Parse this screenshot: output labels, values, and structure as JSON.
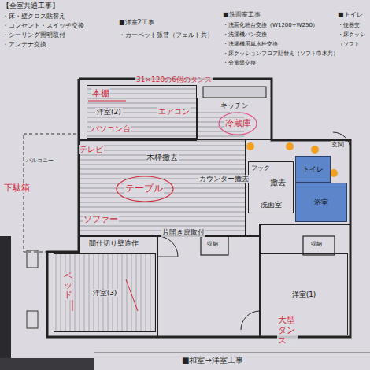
{
  "diagram": {
    "nodes": [
      {
        "text": [
          "洋室(2)"
        ]
      },
      {
        "text": [
          "キッチン"
        ]
      },
      {
        "text": [
          "洗面室"
        ]
      },
      {
        "text": [
          "トイレ"
        ]
      },
      {
        "text": [
          "浴室"
        ]
      },
      {
        "text": [
          "洋室(3)"
        ]
      },
      {
        "text": [
          "洋室(1)"
        ]
      }
    ],
    "labels": [
      "【全室共通工事】",
      "・床・壁クロス貼替え",
      "・コンセント・スイッチ交換",
      "・シーリング照明取付",
      "・アンテナ交換",
      "■洋室2工事",
      "・カーペット張替（フェルト共）",
      "■洗面室工事",
      "・洗面化粧台交換（W1200+W250）",
      "・洗濯機パン交換",
      "・洗濯機用単水栓交換",
      "・床クッションフロア貼替え（ソフト巾木共）",
      "・分電盤交換",
      "■トイレ",
      "・便器交",
      "・床クッシ",
      "（ソフト",
      "木枠撤去",
      "カウンター撤去",
      "片開き扉取付",
      "間仕切り壁造作",
      "フック",
      "撤去",
      "玄関",
      "バルコニー",
      "収納",
      "収納",
      "■和室→洋室工事",
      "本棚",
      "31×120の6個のタンス",
      "エアコン",
      "冷蔵庫",
      "パソコン台",
      "テレビ",
      "テーブル",
      "下駄箱",
      "ソファー",
      "ベッド",
      "大型タンス"
    ]
  }
}
